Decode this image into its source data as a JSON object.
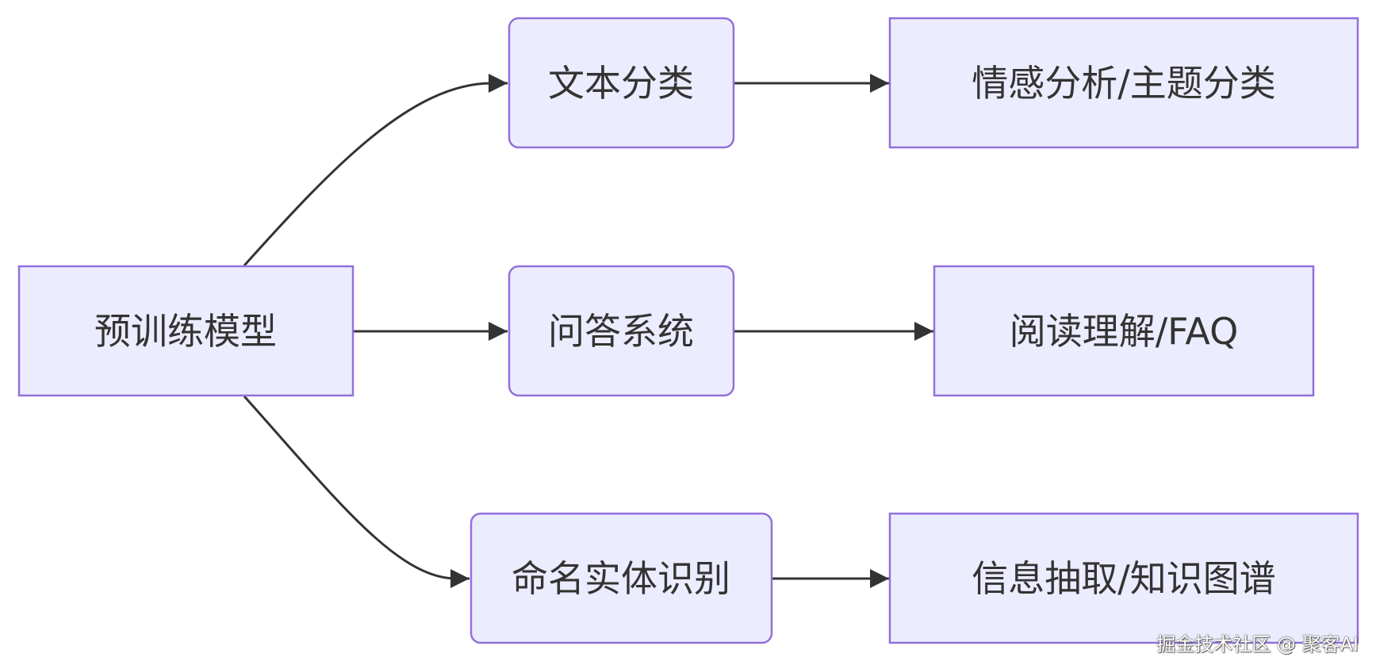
{
  "diagram": {
    "nodes": {
      "pretrained": {
        "label": "预训练模型"
      },
      "text_classification": {
        "label": "文本分类"
      },
      "qa_system": {
        "label": "问答系统"
      },
      "ner": {
        "label": "命名实体识别"
      },
      "sentiment_topic": {
        "label": "情感分析/主题分类"
      },
      "reading_faq": {
        "label": "阅读理解/FAQ"
      },
      "ie_kg": {
        "label": "信息抽取/知识图谱"
      }
    },
    "edges": [
      {
        "from": "pretrained",
        "to": "text_classification"
      },
      {
        "from": "pretrained",
        "to": "qa_system"
      },
      {
        "from": "pretrained",
        "to": "ner"
      },
      {
        "from": "text_classification",
        "to": "sentiment_topic"
      },
      {
        "from": "qa_system",
        "to": "reading_faq"
      },
      {
        "from": "ner",
        "to": "ie_kg"
      }
    ],
    "colors": {
      "node_fill": "#ECECFF",
      "node_stroke": "#9370DB",
      "edge": "#333333",
      "text": "#333333"
    }
  },
  "watermark": {
    "text": "掘金技术社区 @ 聚客AI"
  }
}
